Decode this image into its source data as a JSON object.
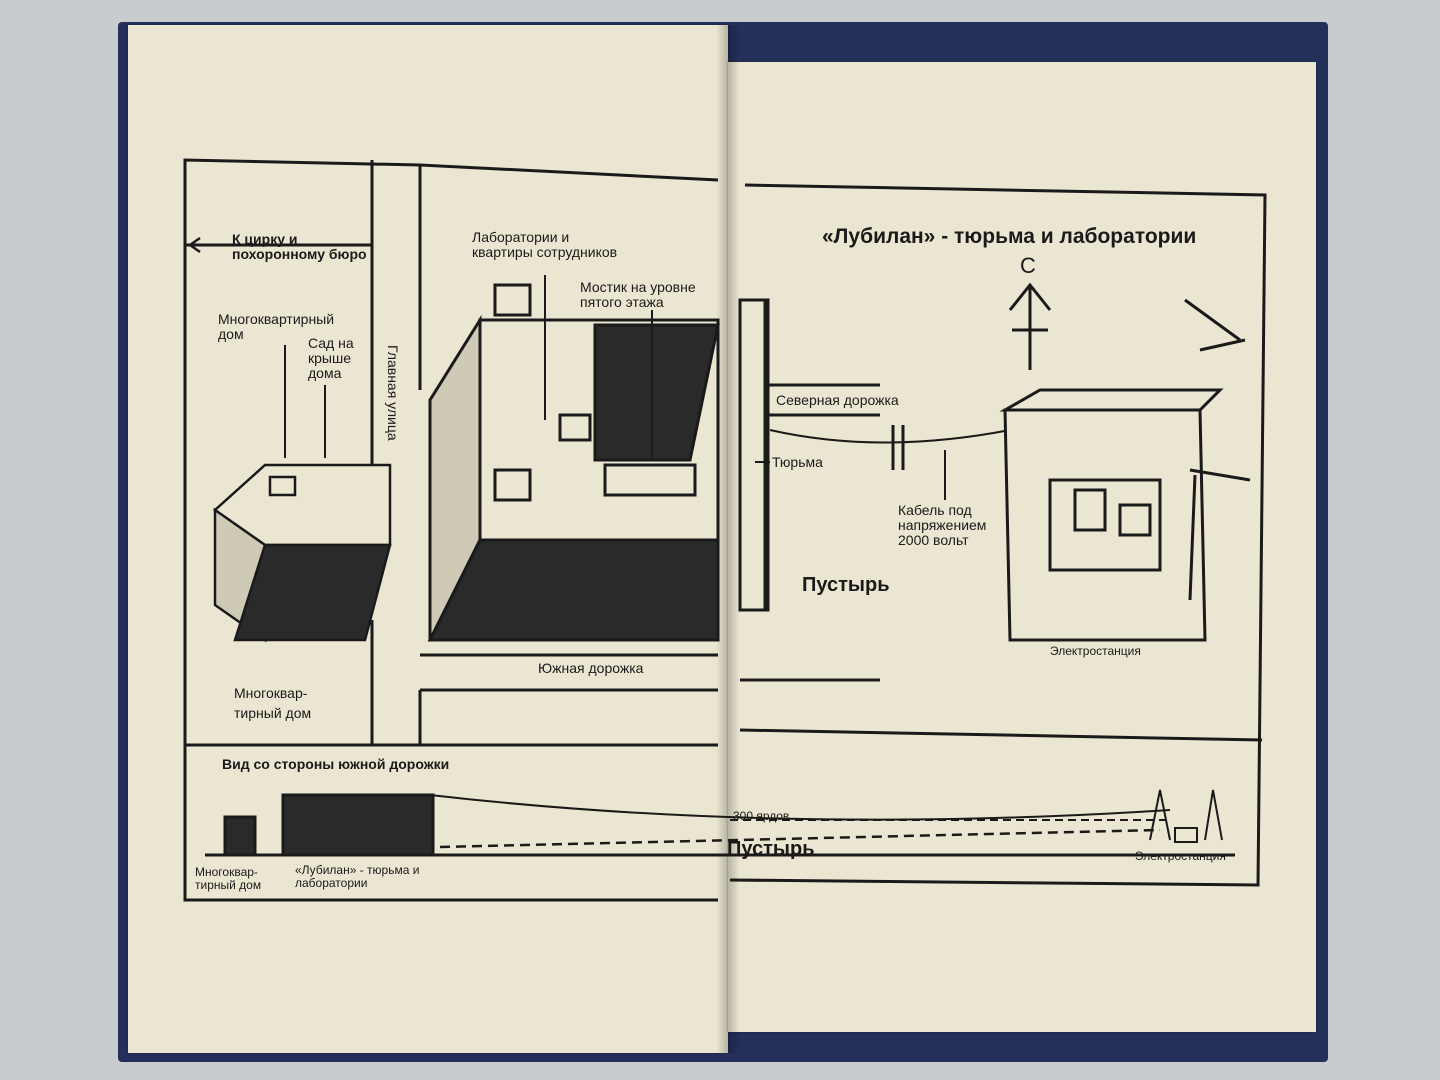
{
  "map": {
    "title": "«Лубилан» - тюрьма и лаборатории",
    "north": "С",
    "labels": {
      "circus": "К цирку и\nпохоронному бюро",
      "labs": "Лаборатории и\nквартиры сотрудников",
      "bridge": "Мостик на уровне\nпятого этажа",
      "apartment_top": "Многоквартирный\nдом",
      "roof_garden": "Сад на\nкрыше\nдома",
      "main_street": "Главная улица",
      "north_path": "Северная дорожка",
      "prison": "Тюрьма",
      "cable": "Кабель под\nнапряжением\n2000 вольт",
      "wasteland": "Пустырь",
      "power_station": "Электростанция",
      "south_path": "Южная дорожка",
      "apartment_bottom": "Многоквар-\nтирный дом"
    },
    "side_view": {
      "title": "Вид со стороны южной дорожки",
      "distance": "300 ярдов",
      "apartment": "Многоквар-\nтирный дом",
      "lubilan": "«Лубилан» - тюрьма и\nлаборатории",
      "wasteland": "Пустырь",
      "power_station": "Электростанция"
    }
  },
  "colors": {
    "page": "#ebe6d2",
    "ink": "#1a1a1a",
    "cover": "#24305a"
  }
}
